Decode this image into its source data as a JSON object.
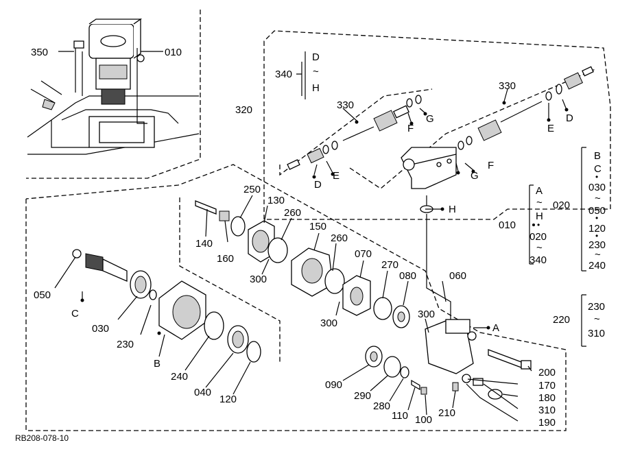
{
  "drawing_code": "RB208-078-10",
  "callouts": {
    "p350": "350",
    "p010_top": "010",
    "p340": "340",
    "p320": "320",
    "p330_a": "330",
    "p330_b": "330",
    "p010_mid": "010",
    "p020": "020",
    "p220": "220",
    "p250": "250",
    "p130": "130",
    "p260_a": "260",
    "p150": "150",
    "p260_b": "260",
    "p070": "070",
    "p270": "270",
    "p080": "080",
    "p060": "060",
    "p140": "140",
    "p160": "160",
    "p300_a": "300",
    "p300_b": "300",
    "p300_c": "300",
    "p050": "050",
    "p030": "030",
    "p230": "230",
    "p240": "240",
    "p040": "040",
    "p120": "120",
    "p090": "090",
    "p290": "290",
    "p280": "280",
    "p110": "110",
    "p100": "100",
    "p210": "210",
    "p200": "200",
    "p170": "170",
    "p180": "180",
    "p310": "310",
    "p190": "190"
  },
  "letters": {
    "C": "C",
    "B": "B",
    "A": "A",
    "H": "H",
    "D1": "D",
    "E1": "E",
    "F1": "F",
    "G1": "G",
    "F2": "F",
    "G2": "G",
    "E2": "E",
    "D2": "D"
  },
  "ranges": {
    "r340": [
      "D",
      "~",
      "H"
    ],
    "r010": [
      "A",
      "~",
      "H",
      "•",
      "020",
      "~",
      "340"
    ],
    "r020": [
      "B",
      "C",
      "•",
      "030",
      "~",
      "050",
      "•",
      "120",
      "•",
      "230",
      "~",
      "240"
    ],
    "r220": [
      "230",
      "~",
      "310"
    ]
  }
}
